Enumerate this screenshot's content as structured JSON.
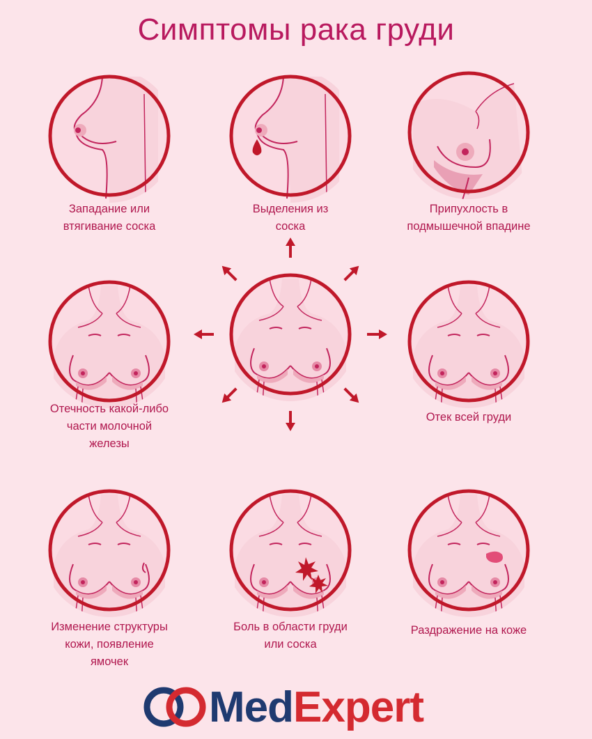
{
  "title": "Симптомы рака груди",
  "colors": {
    "background": "#fce4ea",
    "ring": "#c0182a",
    "skin": "#f8d3dc",
    "line": "#c2245c",
    "title": "#b8195e",
    "brand_blue": "#1f3a70",
    "brand_red": "#d42a30"
  },
  "symptoms": [
    {
      "label_lines": [
        "Западание или",
        "втягивание соска"
      ],
      "figure": "side-profile"
    },
    {
      "label_lines": [
        "Выделения из",
        "соска"
      ],
      "figure": "side-profile-discharge"
    },
    {
      "label_lines": [
        "Припухлость в",
        "подмышечной впадине"
      ],
      "figure": "armpit"
    },
    {
      "label_lines": [
        "Отечность какой-либо",
        "части молочной",
        "железы"
      ],
      "figure": "front"
    },
    {
      "label_lines": [],
      "figure": "front-center"
    },
    {
      "label_lines": [
        "Отек всей груди"
      ],
      "figure": "front"
    },
    {
      "label_lines": [
        "Изменение структуры",
        "кожи, появление",
        "ямочек"
      ],
      "figure": "front-dimple"
    },
    {
      "label_lines": [
        "Боль в области груди",
        "или соска"
      ],
      "figure": "front-pain"
    },
    {
      "label_lines": [
        "Раздражение на коже"
      ],
      "figure": "front-rash"
    }
  ],
  "logo": {
    "part1": "Med",
    "part2": "Expert"
  }
}
